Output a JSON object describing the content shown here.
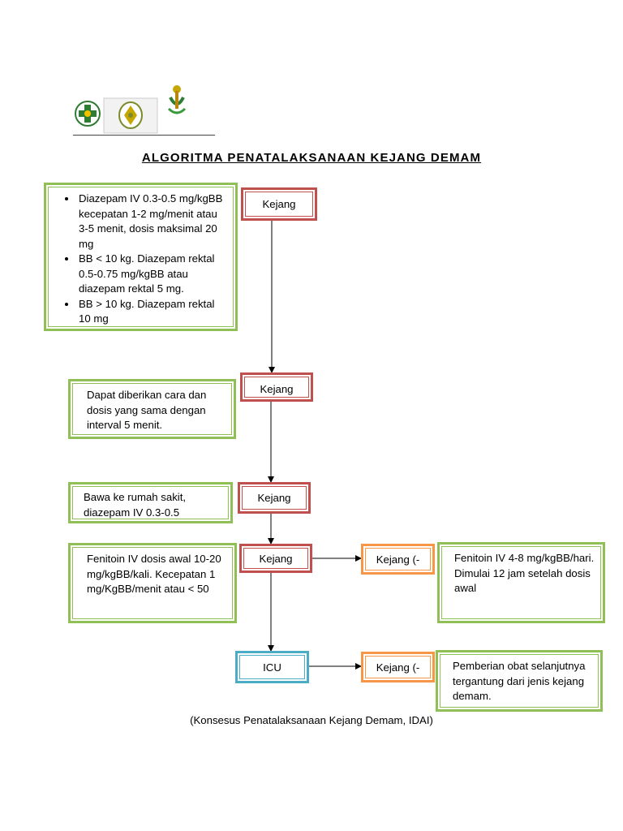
{
  "title": "ALGORITMA PENATALAKSANAAN KEJANG DEMAM",
  "nodes": {
    "kejang_1": "Kejang",
    "kejang_2": "Kejang",
    "kejang_3": "Kejang",
    "kejang_4": "Kejang",
    "icu": "ICU",
    "kejang_neg_1": "Kejang (-",
    "kejang_neg_2": "Kejang (-"
  },
  "notes": {
    "first_aid_bullets": [
      "Diazepam IV 0.3-0.5 mg/kgBB kecepatan 1-2 mg/menit atau 3-5 menit, dosis maksimal 20 mg",
      "BB < 10 kg. Diazepam rektal 0.5-0.75 mg/kgBB atau diazepam rektal 5 mg.",
      "BB > 10 kg. Diazepam rektal 10 mg"
    ],
    "repeat": "Dapat diberikan cara dan dosis yang sama dengan interval 5  menit.",
    "hospital": "Bawa ke rumah sakit, diazepam IV 0.3-0.5",
    "fenitoin_initial": "Fenitoin IV dosis awal 10-20 mg/kgBB/kali. Kecepatan 1 mg/KgBB/menit atau < 50",
    "fenitoin_maintenance": "Fenitoin IV 4-8 mg/kgBB/hari. Dimulai 12 jam setelah dosis awal",
    "further": "Pemberian obat selanjutnya tergantung dari jenis kejang demam."
  },
  "caption": "(Konsesus Penatalaksanaan Kejang Demam, IDAI)",
  "colors": {
    "green_border": "#8fbf55",
    "red_border": "#c0504d",
    "orange_border": "#f79646",
    "blue_border": "#4bacc6"
  }
}
